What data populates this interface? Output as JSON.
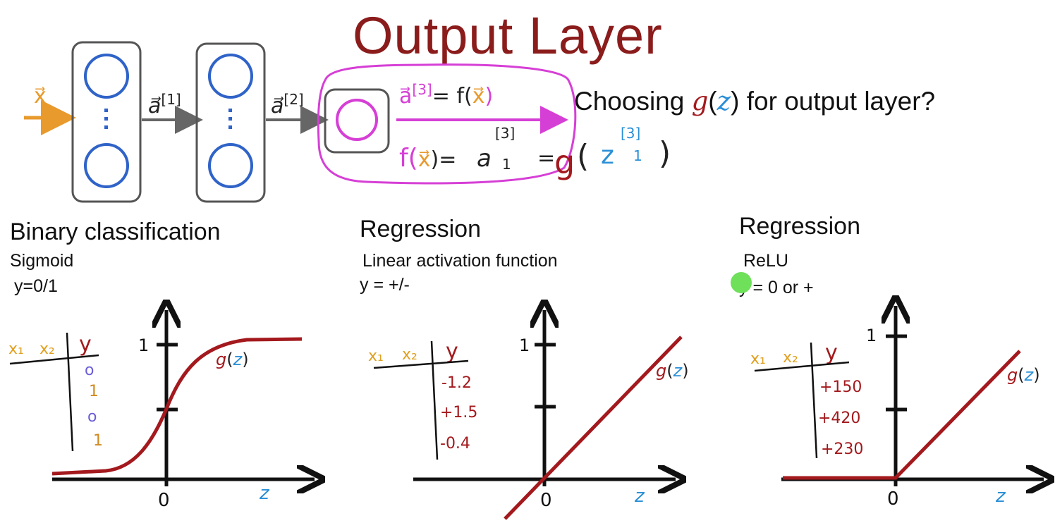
{
  "title": "Output Layer",
  "network": {
    "input_label": "x⃗",
    "a1_label": "a⃗",
    "a1_sup": "[1]",
    "a2_label": "a⃗",
    "a2_sup": "[2]",
    "a3_label": "a⃗",
    "a3_sup": "[3]",
    "a3_eq": "= f(",
    "a3_x": "x⃗",
    "a3_close": ")",
    "hand_f": "f(",
    "hand_x": "x⃗",
    "hand_close": ")=",
    "hand_a": "a",
    "hand_a_sup": "[3]",
    "hand_a_sub": "1",
    "hand_eq": "=",
    "hand_g": "g",
    "hand_paren_open": "(",
    "hand_z": "z",
    "hand_z_sup": "[3]",
    "hand_z_sub": "1",
    "hand_paren_close": ")"
  },
  "question": {
    "prefix": "Choosing ",
    "g": "g",
    "open": "(",
    "z": "z",
    "close": ")",
    "suffix": " for output layer?"
  },
  "panels": [
    {
      "heading": "Binary classification",
      "activation": "Sigmoid",
      "output": "y=0/1",
      "table": {
        "col1": "x₁",
        "col2": "x₂",
        "col3": "y",
        "values": [
          "o",
          "1",
          "o",
          "1"
        ]
      },
      "tick_1": "1",
      "origin": "0",
      "x_axis": "z",
      "curve_g": "g",
      "curve_open": "(",
      "curve_z": "z",
      "curve_close": ")"
    },
    {
      "heading": "Regression",
      "activation": "Linear activation function",
      "output": "y = +/-",
      "table": {
        "col1": "x₁",
        "col2": "x₂",
        "col3": "y",
        "values": [
          "-1.2",
          "+1.5",
          "-0.4"
        ]
      },
      "tick_1": "1",
      "origin": "0",
      "x_axis": "z",
      "curve_g": "g",
      "curve_open": "(",
      "curve_z": "z",
      "curve_close": ")"
    },
    {
      "heading": "Regression",
      "activation": "ReLU",
      "output": "y = 0 or +",
      "table": {
        "col1": "x₁",
        "col2": "x₂",
        "col3": "y",
        "values": [
          "+150",
          "+420",
          "+230"
        ]
      },
      "tick_1": "1",
      "origin": "0",
      "x_axis": "z",
      "curve_g": "g",
      "curve_open": "(",
      "curve_z": "z",
      "curve_close": ")"
    }
  ],
  "colors": {
    "title": "#8b1c1c",
    "input": "#e89a2c",
    "neuron": "#2f63c8",
    "output_neuron": "#d63fd6",
    "curve": "#a3191d",
    "z_blue": "#2a8fd6",
    "table_header": "#e0a020",
    "table_values_purple": "#6a5ed8",
    "table_values_orange": "#d08a20",
    "cursor": "#6ee05a"
  }
}
